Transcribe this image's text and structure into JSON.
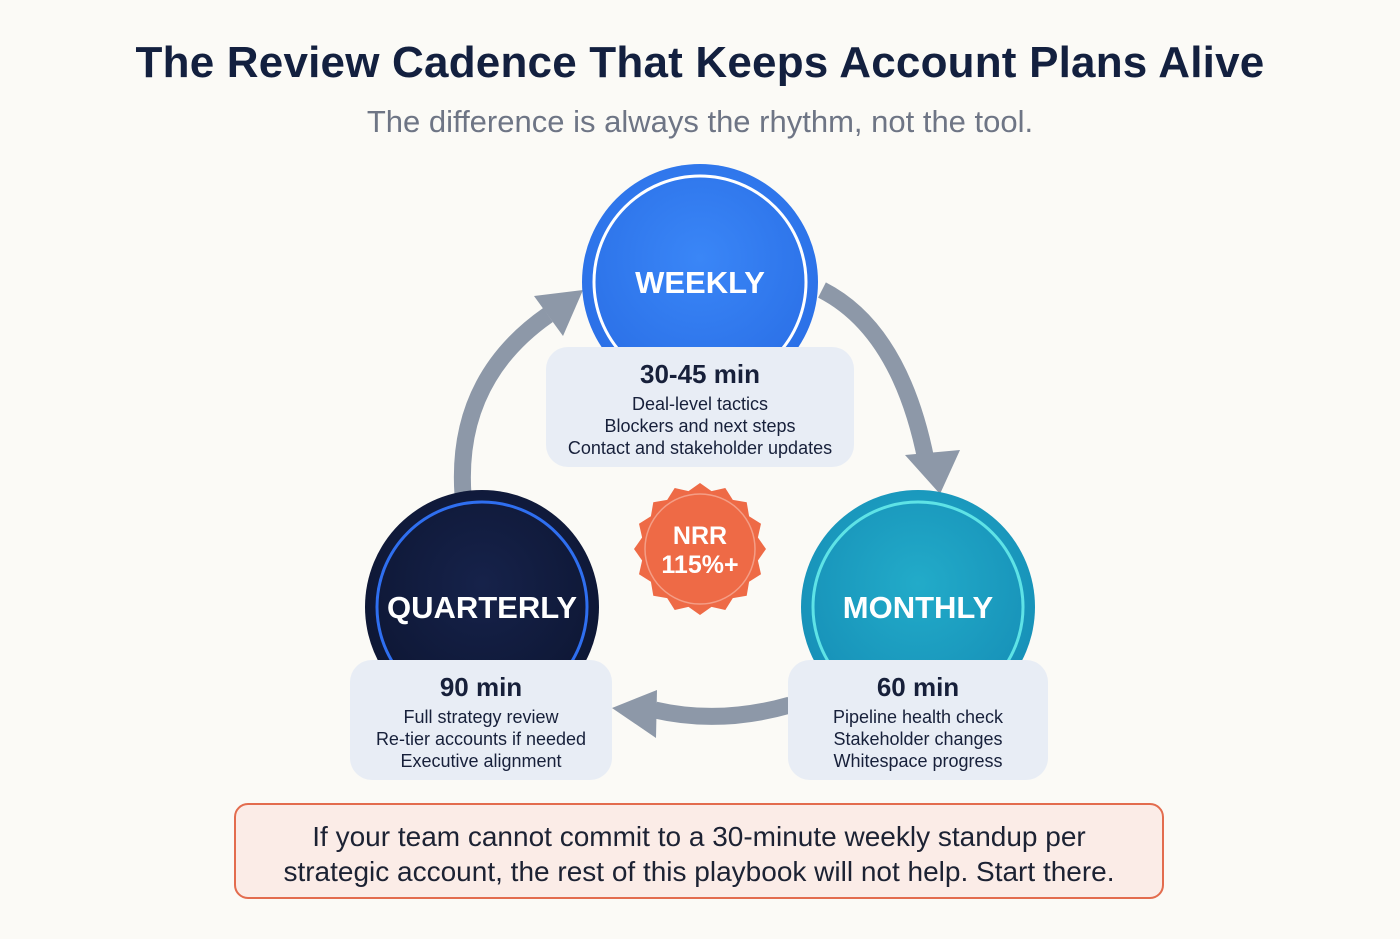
{
  "header": {
    "title": "The Review Cadence That Keeps Account Plans Alive",
    "subtitle": "The difference is always the rhythm, not the tool."
  },
  "cycle": {
    "weekly": {
      "label": "WEEKLY",
      "duration": "30-45 min",
      "items": [
        "Deal-level tactics",
        "Blockers and next steps",
        "Contact and stakeholder updates"
      ],
      "color": "#2f7cf3"
    },
    "monthly": {
      "label": "MONTHLY",
      "duration": "60 min",
      "items": [
        "Pipeline health check",
        "Stakeholder changes",
        "Whitespace progress"
      ],
      "color": "#1b9fc3"
    },
    "quarterly": {
      "label": "QUARTERLY",
      "duration": "90 min",
      "items": [
        "Full strategy review",
        "Re-tier accounts if needed",
        "Executive alignment"
      ],
      "color": "#111b3c"
    },
    "badge": {
      "line1": "NRR",
      "line2": "115%+",
      "color": "#ee6a46"
    },
    "arrow_color": "#8d98a8"
  },
  "callout": {
    "line1": "If your team cannot commit to a 30-minute weekly standup per",
    "line2": "strategic account, the rest of this playbook will not help. Start there."
  }
}
